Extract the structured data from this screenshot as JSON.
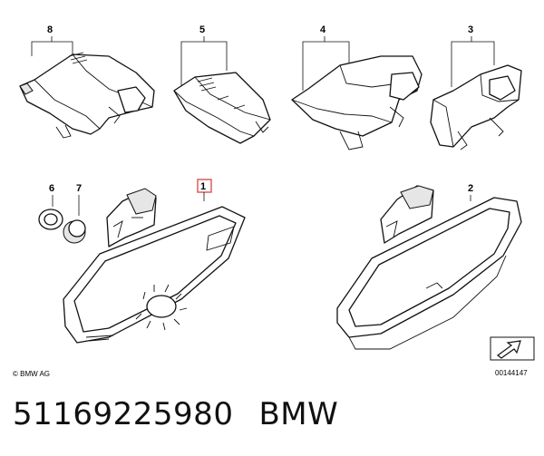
{
  "callouts": {
    "c1": "1",
    "c2": "2",
    "c3": "3",
    "c4": "4",
    "c5": "5",
    "c6": "6",
    "c7": "7",
    "c8": "8"
  },
  "copyright": "© BMW AG",
  "diagram_number": "00144147",
  "caption": {
    "part_number": "51169225980",
    "brand": "BMW"
  },
  "colors": {
    "highlight": "#d9534f",
    "line": "#111111"
  }
}
